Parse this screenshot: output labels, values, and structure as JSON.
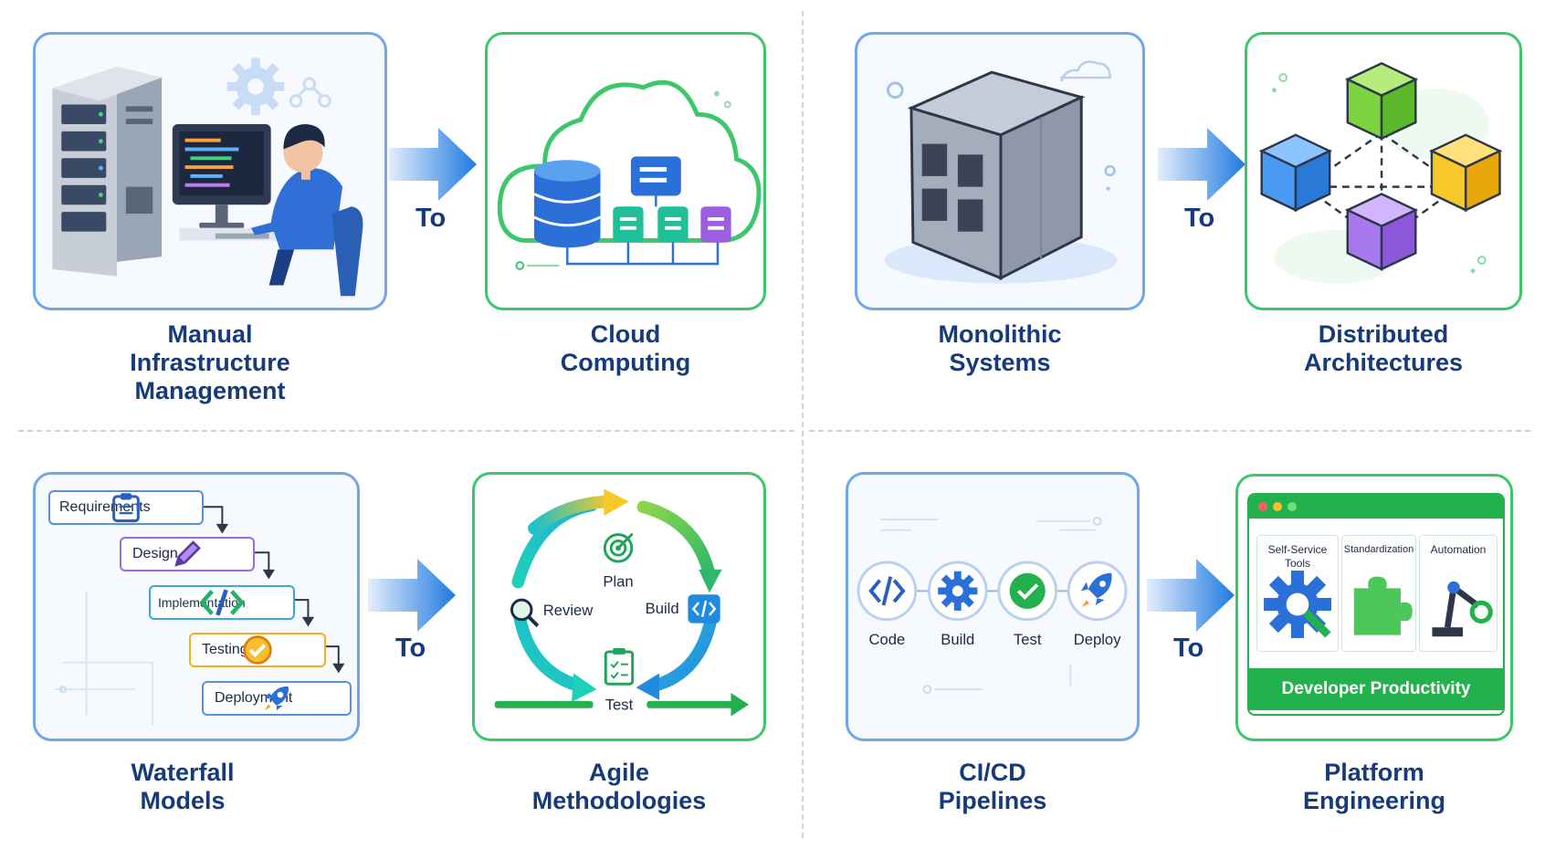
{
  "connector_word": "To",
  "colors": {
    "blue_border": "#6fa8ea",
    "green_border": "#3cc76a",
    "title_text": "#173a7a",
    "arrow_blue": "#1f7ae0",
    "platform_green": "#22b14c"
  },
  "quadrants": [
    {
      "from_label": "Manual\nInfrastructure\nManagement",
      "to_label": "Cloud\nComputing"
    },
    {
      "from_label": "Monolithic\nSystems",
      "to_label": "Distributed\nArchitectures"
    },
    {
      "from_label": "Waterfall\nModels",
      "to_label": "Agile\nMethodologies"
    },
    {
      "from_label": "CI/CD\nPipelines",
      "to_label": "Platform\nEngineering"
    }
  ],
  "waterfall": {
    "steps": [
      "Requirements",
      "Design",
      "Implementation",
      "Testing",
      "Deployment"
    ]
  },
  "agile": {
    "stages": [
      "Plan",
      "Build",
      "Test",
      "Review"
    ]
  },
  "cicd": {
    "stages": [
      "Code",
      "Build",
      "Test",
      "Deploy"
    ]
  },
  "platform": {
    "tiles": [
      "Self-Service\nTools",
      "Standardization",
      "Automation"
    ],
    "banner": "Developer Productivity"
  }
}
